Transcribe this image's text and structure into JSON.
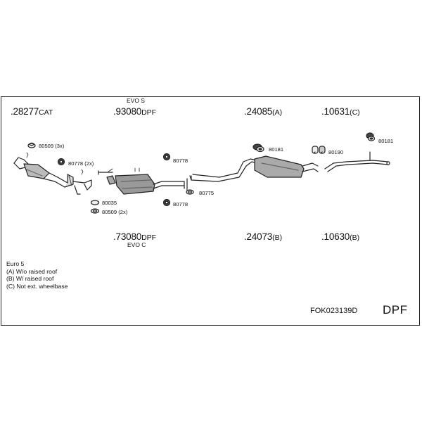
{
  "variant_top": "EVO S",
  "variant_bottom": "EVO C",
  "top_parts": [
    {
      "id": "part-28277",
      "num": ".28277",
      "suffix": "CAT"
    },
    {
      "id": "part-93080",
      "num": ".93080",
      "suffix": "DPF"
    },
    {
      "id": "part-24085",
      "num": ".24085",
      "suffix": "(A)"
    },
    {
      "id": "part-10631",
      "num": ".10631",
      "suffix": "(C)"
    }
  ],
  "bottom_parts": [
    {
      "id": "part-73080",
      "num": ".73080",
      "suffix": "DPF"
    },
    {
      "id": "part-24073",
      "num": ".24073",
      "suffix": "(B)"
    },
    {
      "id": "part-10630",
      "num": ".10630",
      "suffix": "(B)"
    }
  ],
  "accessory_labels": {
    "a80509_3x": "80509 (3x)",
    "a80778_2x": "80778 (2x)",
    "a80778_top": "80778",
    "a80775": "80775",
    "a80778_bottom": "80778",
    "a80035": "80035",
    "a80509_2x": "80509 (2x)",
    "a80181_mid": "80181",
    "a80190": "80190",
    "a80181_right": "80181"
  },
  "legend": [
    "Euro 5",
    "(A) W/o raised roof",
    "(B) W/ raised roof",
    "(C) Not ext. wheelbase"
  ],
  "kit_code": "FOK023139D",
  "kit_type": "DPF"
}
